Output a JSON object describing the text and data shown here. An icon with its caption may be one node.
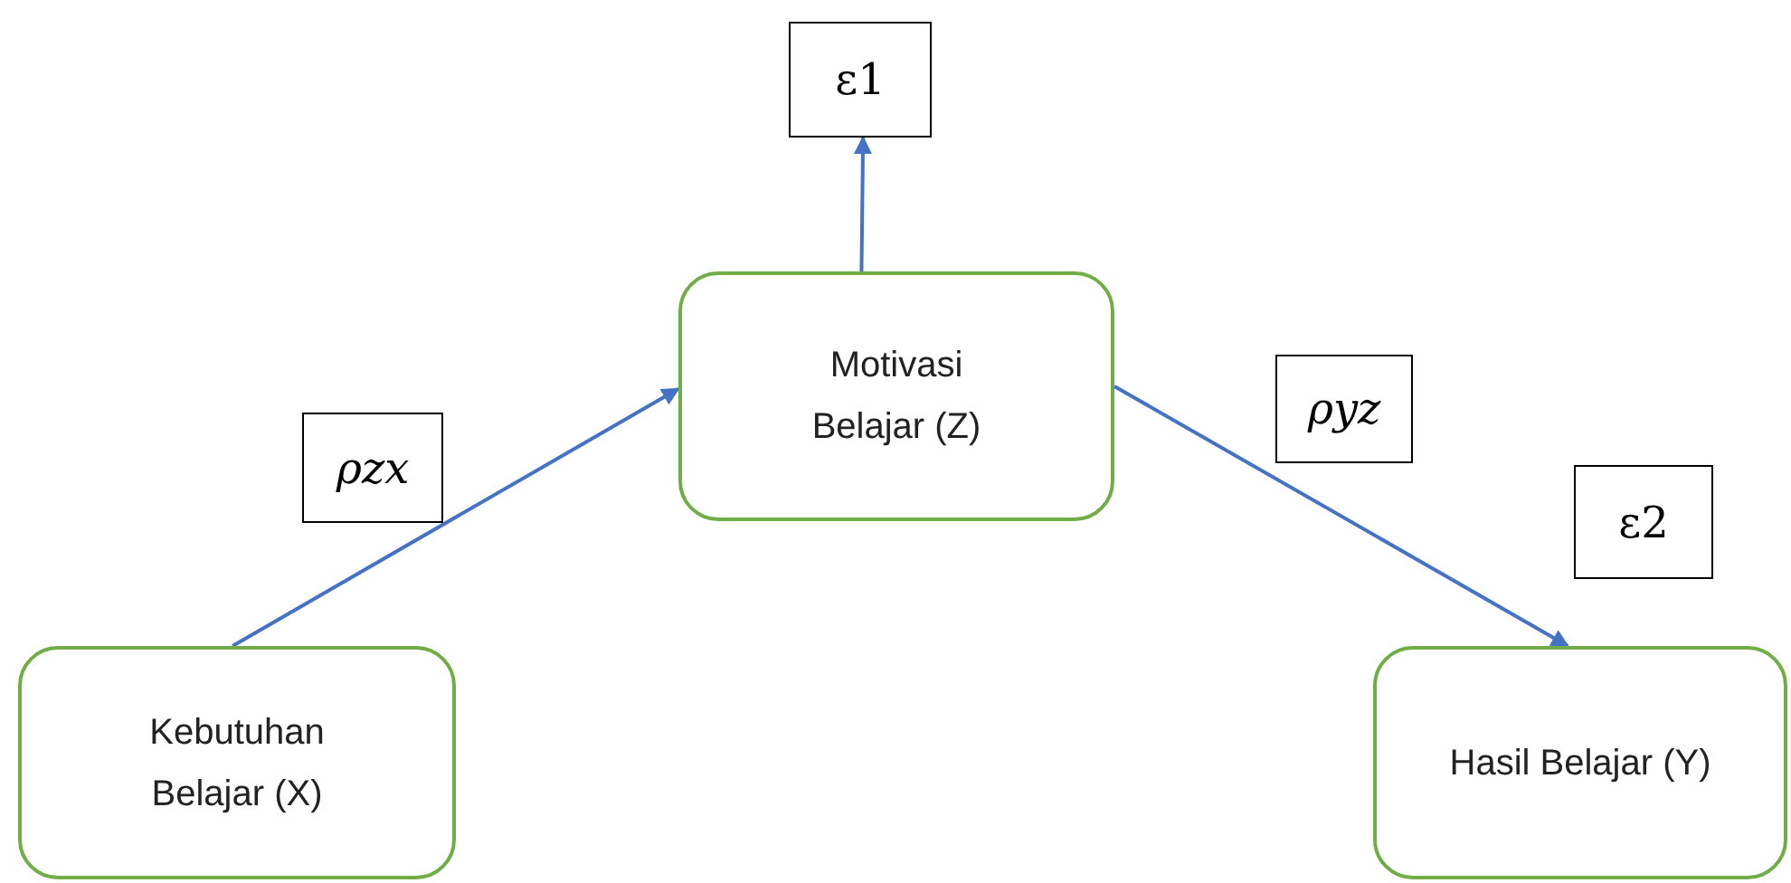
{
  "diagram": {
    "nodes": [
      {
        "text": [
          "ε1"
        ]
      },
      {
        "text": [
          "Motivasi Belajar (Z)"
        ]
      },
      {
        "text": [
          "ρzx"
        ]
      },
      {
        "text": [
          "ρyz"
        ]
      },
      {
        "text": [
          "ε2"
        ]
      },
      {
        "text": [
          "Kebutuhan Belajar (X)"
        ]
      },
      {
        "text": [
          "Hasil Belajar (Y)"
        ]
      }
    ],
    "edges": [
      {
        "from": 1,
        "to": 0,
        "arrow": "to"
      },
      {
        "from": 5,
        "to": 1,
        "arrow": "to"
      },
      {
        "from": 1,
        "to": 6,
        "arrow": "to"
      }
    ]
  }
}
